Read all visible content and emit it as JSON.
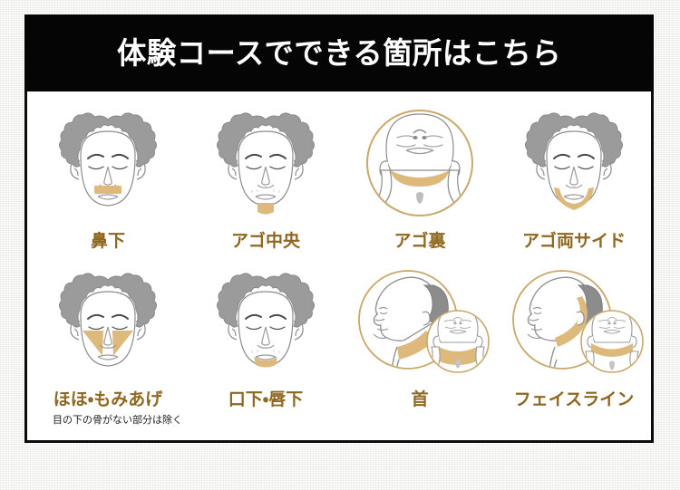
{
  "page": {
    "background_color": "#f2f2f0",
    "card_background": "#ffffff",
    "card_border_color": "#0b0b0b"
  },
  "banner": {
    "title": "体験コースでできる箇所はこちら",
    "background_color": "#050505",
    "text_color": "#ffffff"
  },
  "palette": {
    "label_gold": "#8f671f",
    "highlight_tan": "#ddb97c",
    "hair_gray": "#9b9b9b",
    "outline_gray": "#8c8c8c",
    "circle_gold": "#c9a86a",
    "note_text": "#1d1d1d"
  },
  "items": [
    {
      "label": "鼻下",
      "note": "",
      "icon": "face-front-upper-lip-icon",
      "view": "front-face",
      "highlight_region": "upper-lip"
    },
    {
      "label": "アゴ中央",
      "note": "",
      "icon": "face-front-chin-center-icon",
      "view": "front-face",
      "highlight_region": "chin-center"
    },
    {
      "label": "アゴ裏",
      "note": "",
      "icon": "face-tilted-under-chin-icon",
      "view": "tilted-up-circle",
      "highlight_region": "under-chin"
    },
    {
      "label": "アゴ両サイド",
      "note": "",
      "icon": "face-front-chin-sides-icon",
      "view": "front-face",
      "highlight_region": "chin-both-sides"
    },
    {
      "label": "ほほ・もみあげ",
      "note": "目の下の骨がない部分は除く",
      "icon": "face-front-cheeks-sideburns-icon",
      "view": "front-face",
      "highlight_region": "cheeks-sideburns"
    },
    {
      "label": "口下・唇下",
      "note": "",
      "icon": "face-front-below-lip-icon",
      "view": "front-face",
      "highlight_region": "below-lip"
    },
    {
      "label": "首",
      "note": "",
      "icon": "neck-profile-with-inset-icon",
      "view": "profile-plus-inset",
      "highlight_region": "neck"
    },
    {
      "label": "フェイスライン",
      "note": "",
      "icon": "face-line-profile-with-inset-icon",
      "view": "profile-plus-inset",
      "highlight_region": "jawline"
    }
  ]
}
